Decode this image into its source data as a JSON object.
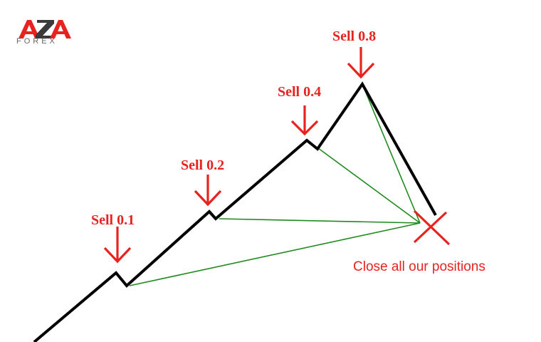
{
  "logo": {
    "brand": "AZA",
    "sub": "FOREX"
  },
  "labels": {
    "sell_1": "Sell 0.1",
    "sell_2": "Sell 0.2",
    "sell_3": "Sell 0.4",
    "sell_4": "Sell 0.8",
    "close": "Close all our positions"
  },
  "colors": {
    "price_line": "#000000",
    "arrows": "#e8231f",
    "connector": "#1f8a1f",
    "logo_a": "#e8231f",
    "logo_z": "#3a3a3a"
  }
}
